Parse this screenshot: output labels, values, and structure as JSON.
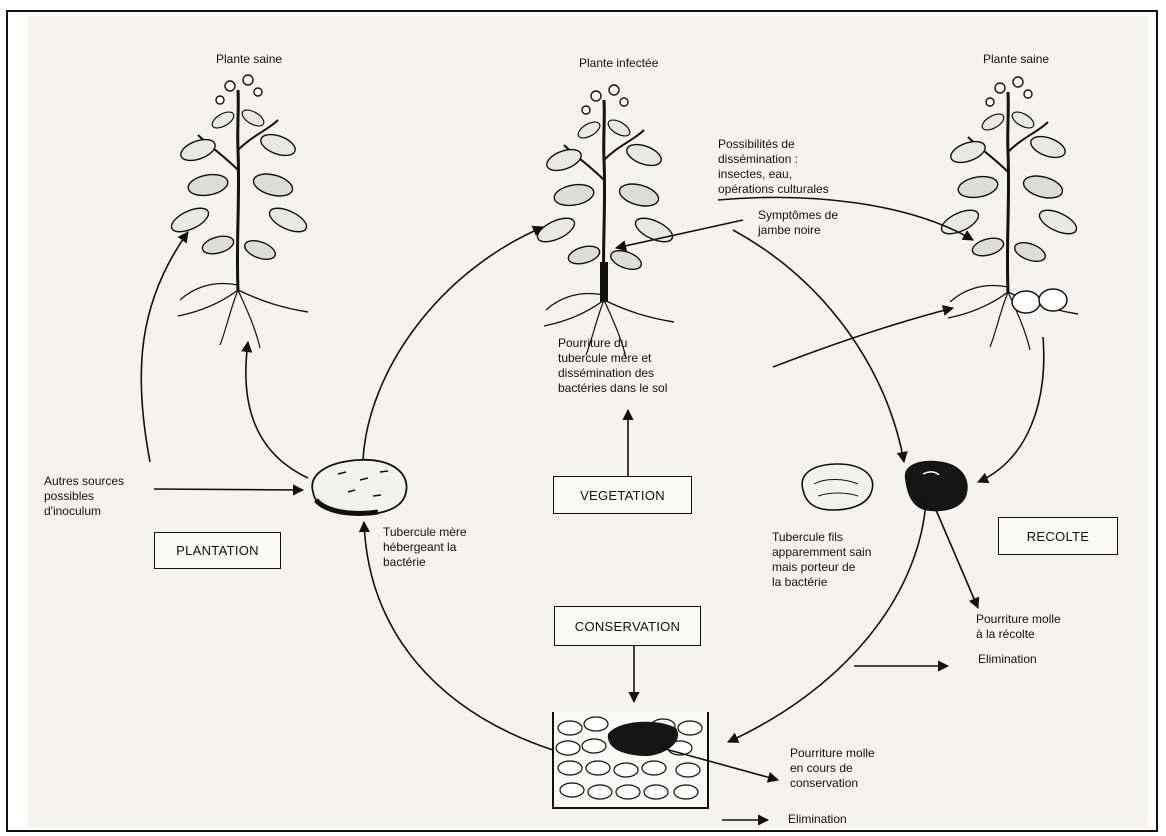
{
  "plants": {
    "left": "Plante saine",
    "center": "Plante infectée",
    "right": "Plante saine"
  },
  "stages": {
    "plantation": "PLANTATION",
    "vegetation": "VEGETATION",
    "recolte": "RECOLTE",
    "conservation": "CONSERVATION"
  },
  "labels": {
    "dissemination": [
      "Possibilités de",
      "dissémination :",
      "insectes, eau,",
      "opérations culturales"
    ],
    "jambe_noire": [
      "Symptômes de",
      "jambe noire"
    ],
    "pourriture_mere": [
      "Pourriture du",
      "tubercule mère et",
      "dissémination des",
      "bactéries dans le sol"
    ],
    "autres_sources": [
      "Autres sources",
      "possibles",
      "d'inoculum"
    ],
    "tubercule_mere": [
      "Tubercule mère",
      "hébergeant la",
      "bactérie"
    ],
    "tubercule_fils": [
      "Tubercule fils",
      "apparemment sain",
      "mais porteur de",
      "la bactérie"
    ],
    "pourriture_recolte": [
      "Pourriture molle",
      "à la récolte"
    ],
    "elimination_recolte": "Elimination",
    "pourriture_conservation": [
      "Pourriture molle",
      "en cours de",
      "conservation"
    ],
    "elimination_conservation": "Elimination"
  },
  "colors": {
    "ink": "#111111",
    "paper": "#f4f3f0",
    "tuber_rot": "#151515"
  }
}
